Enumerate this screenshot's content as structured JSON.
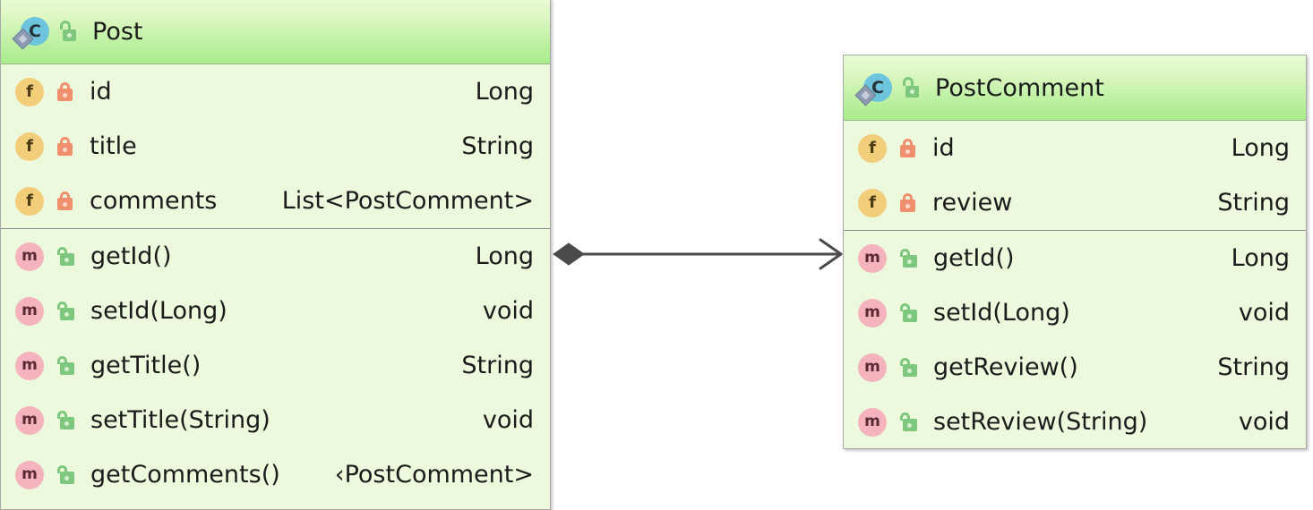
{
  "diagram": {
    "title": "UML class diagram",
    "background_color": "#ffffff",
    "classes": [
      {
        "id": "post",
        "name": "Post",
        "icon": "class-icon",
        "visibility_icon": "unlocked-padlock-icon",
        "visibility": "public",
        "fields": [
          {
            "icon": "field-icon",
            "lock": "locked-padlock-icon",
            "visibility": "private",
            "name": "id",
            "type": "Long"
          },
          {
            "icon": "field-icon",
            "lock": "locked-padlock-icon",
            "visibility": "private",
            "name": "title",
            "type": "String"
          },
          {
            "icon": "field-icon",
            "lock": "locked-padlock-icon",
            "visibility": "private",
            "name": "comments",
            "type": "List<PostComment>"
          }
        ],
        "methods": [
          {
            "icon": "method-icon",
            "lock": "unlocked-padlock-icon",
            "visibility": "public",
            "name": "getId()",
            "type": "Long"
          },
          {
            "icon": "method-icon",
            "lock": "unlocked-padlock-icon",
            "visibility": "public",
            "name": "setId(Long)",
            "type": "void"
          },
          {
            "icon": "method-icon",
            "lock": "unlocked-padlock-icon",
            "visibility": "public",
            "name": "getTitle()",
            "type": "String"
          },
          {
            "icon": "method-icon",
            "lock": "unlocked-padlock-icon",
            "visibility": "public",
            "name": "setTitle(String)",
            "type": "void"
          },
          {
            "icon": "method-icon",
            "lock": "unlocked-padlock-icon",
            "visibility": "public",
            "name": "getComments()",
            "type": "‹PostComment>"
          }
        ]
      },
      {
        "id": "postcomment",
        "name": "PostComment",
        "icon": "class-icon",
        "visibility_icon": "unlocked-padlock-icon",
        "visibility": "public",
        "fields": [
          {
            "icon": "field-icon",
            "lock": "locked-padlock-icon",
            "visibility": "private",
            "name": "id",
            "type": "Long"
          },
          {
            "icon": "field-icon",
            "lock": "locked-padlock-icon",
            "visibility": "private",
            "name": "review",
            "type": "String"
          }
        ],
        "methods": [
          {
            "icon": "method-icon",
            "lock": "unlocked-padlock-icon",
            "visibility": "public",
            "name": "getId()",
            "type": "Long"
          },
          {
            "icon": "method-icon",
            "lock": "unlocked-padlock-icon",
            "visibility": "public",
            "name": "setId(Long)",
            "type": "void"
          },
          {
            "icon": "method-icon",
            "lock": "unlocked-padlock-icon",
            "visibility": "public",
            "name": "getReview()",
            "type": "String"
          },
          {
            "icon": "method-icon",
            "lock": "unlocked-padlock-icon",
            "visibility": "public",
            "name": "setReview(String)",
            "type": "void"
          }
        ]
      }
    ],
    "relationship": {
      "kind": "composition",
      "from": "Post",
      "to": "PostComment",
      "source_decoration": "filled-diamond",
      "target_decoration": "open-arrowhead",
      "line_color": "#4a4a4a",
      "label": ""
    },
    "colors": {
      "class_body": "#edf9dd",
      "class_header_top": "#e9fbd5",
      "class_header_bottom": "#a8ec8c",
      "border": "#a8a8a8",
      "section_divider": "#8e8e8e",
      "class_badge": "#6cc5dd",
      "field_badge": "#f2ce7a",
      "method_badge": "#f4b3bd",
      "lock_private": "#ef8f6e",
      "lock_public": "#7ec77e",
      "text": "#1b1b1b",
      "connector": "#4a4a4a"
    }
  }
}
